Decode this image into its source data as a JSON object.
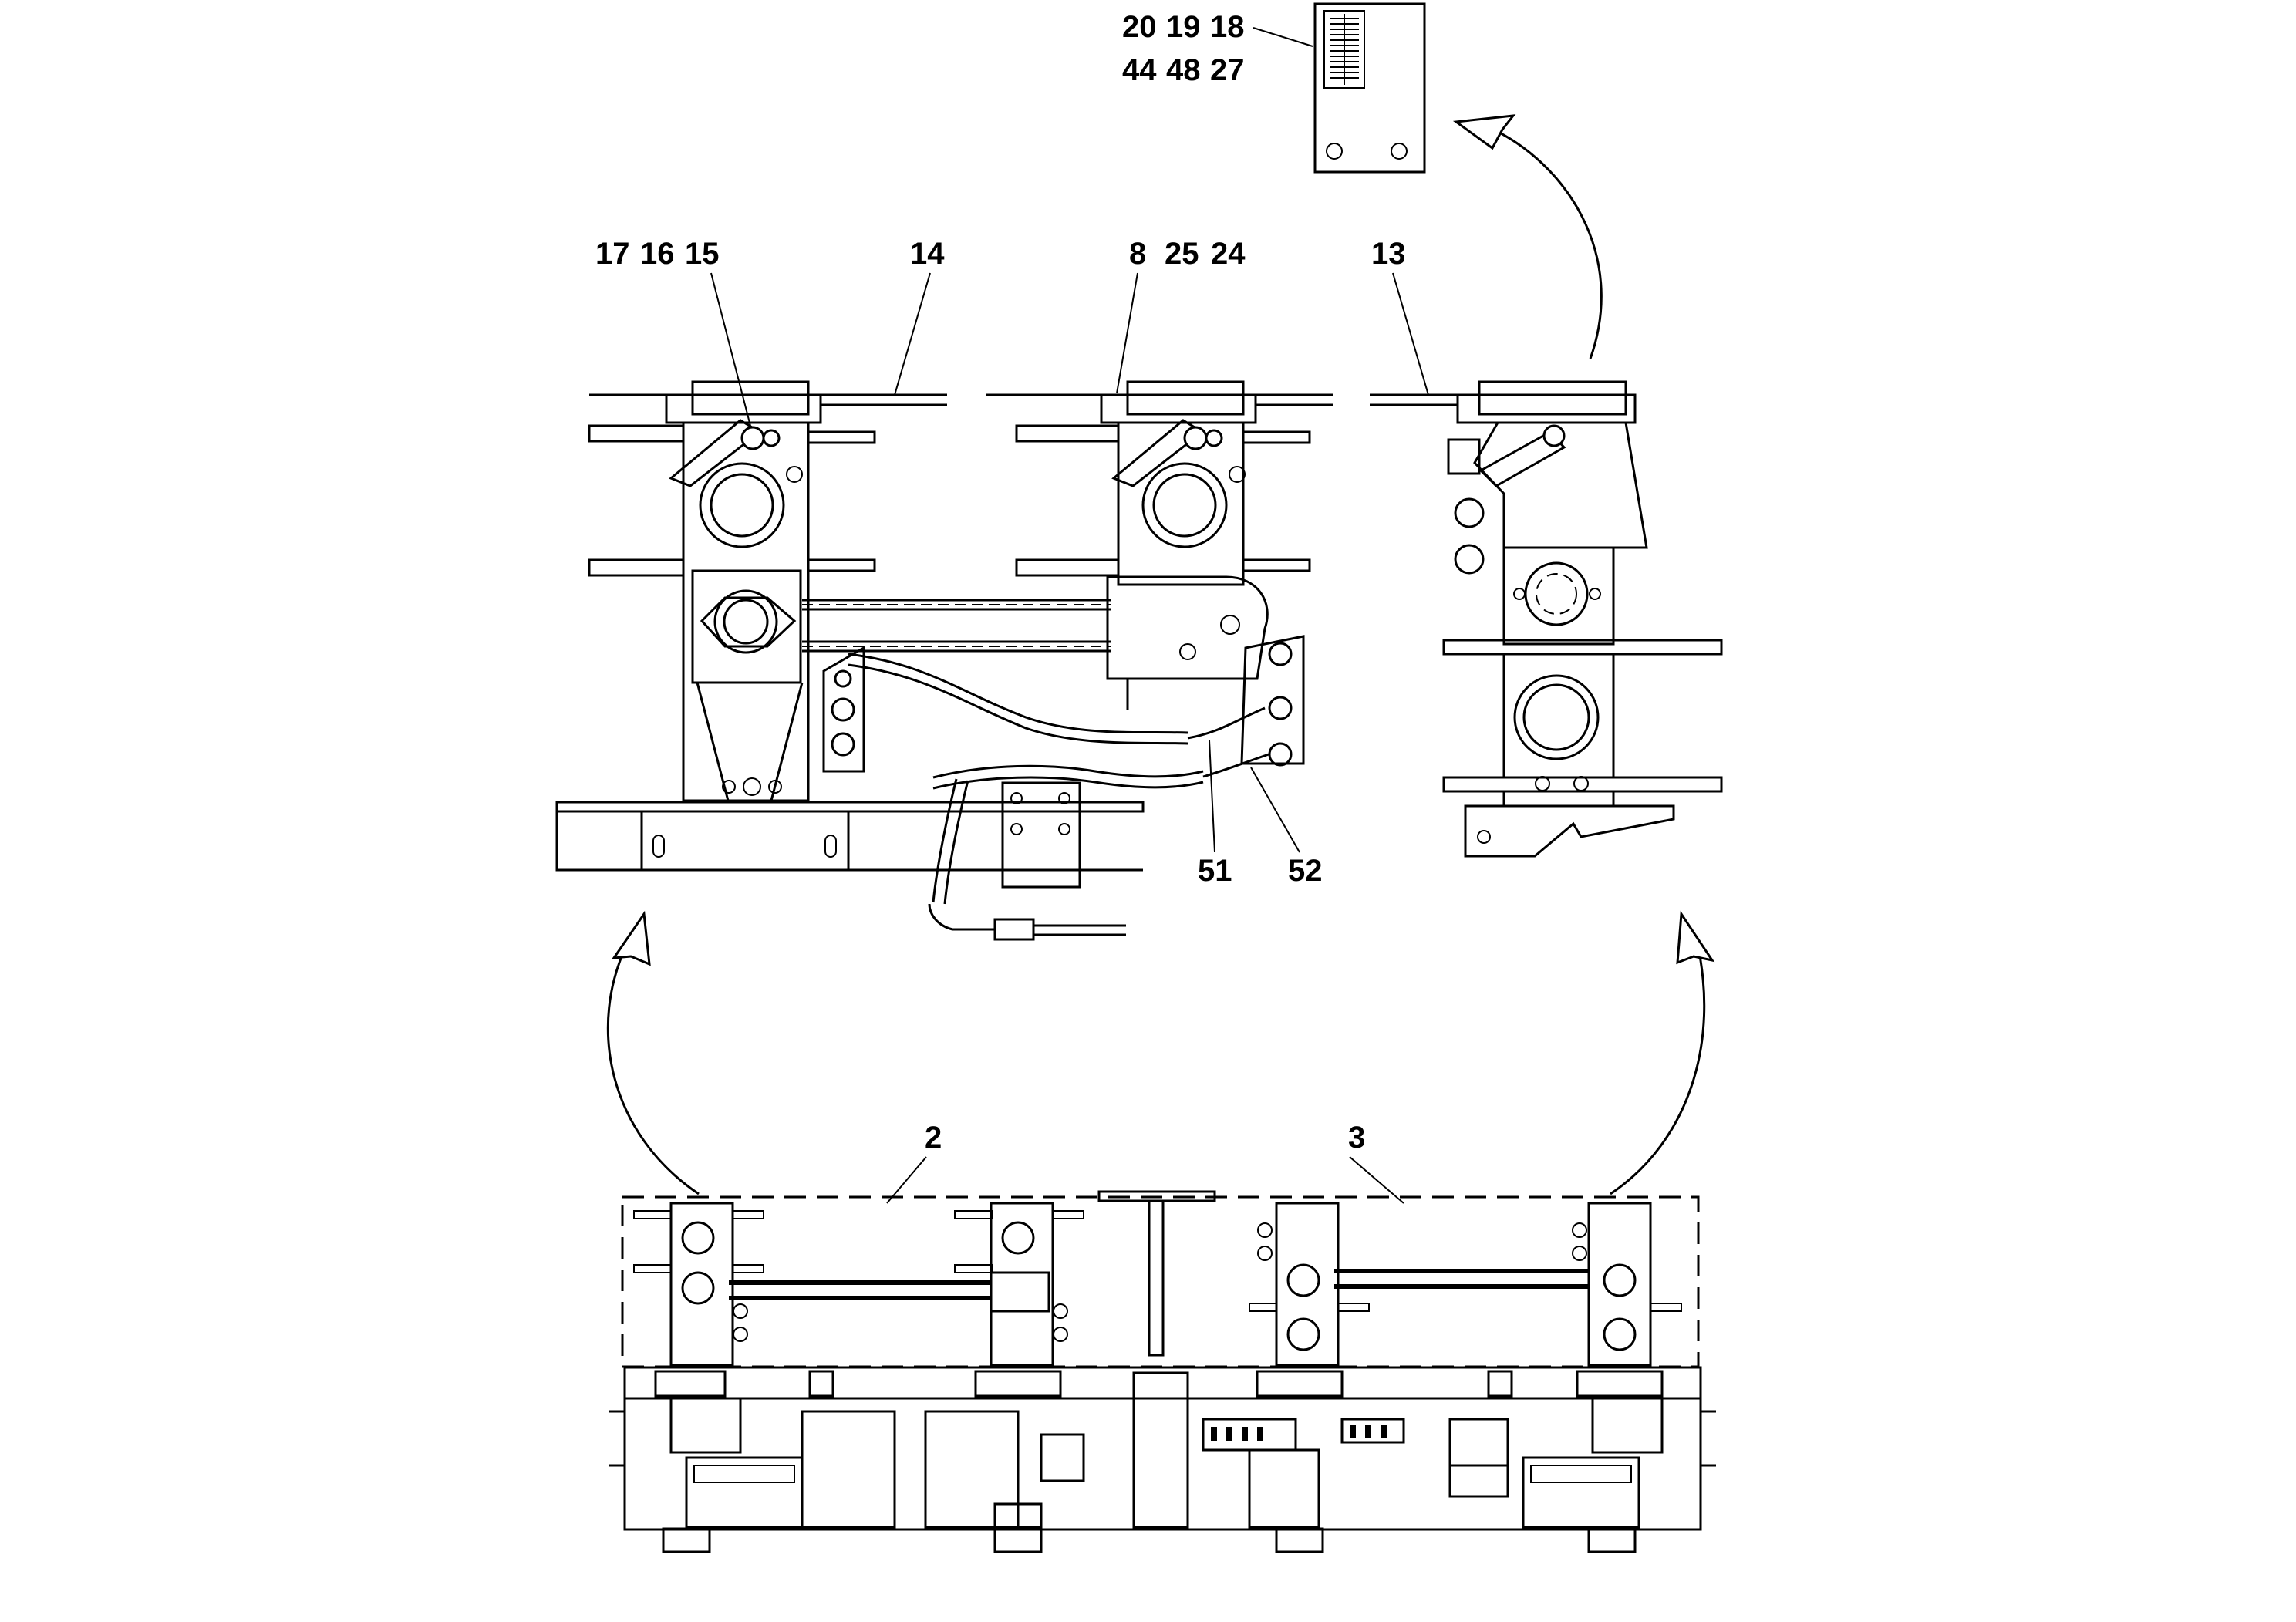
{
  "callouts": {
    "c20": "20",
    "c19": "19",
    "c18": "18",
    "c44": "44",
    "c48": "48",
    "c27": "27",
    "c17": "17",
    "c16": "16",
    "c15": "15",
    "c14": "14",
    "c8": "8",
    "c25": "25",
    "c24": "24",
    "c13": "13",
    "c51": "51",
    "c52": "52",
    "c2": "2",
    "c3": "3"
  }
}
